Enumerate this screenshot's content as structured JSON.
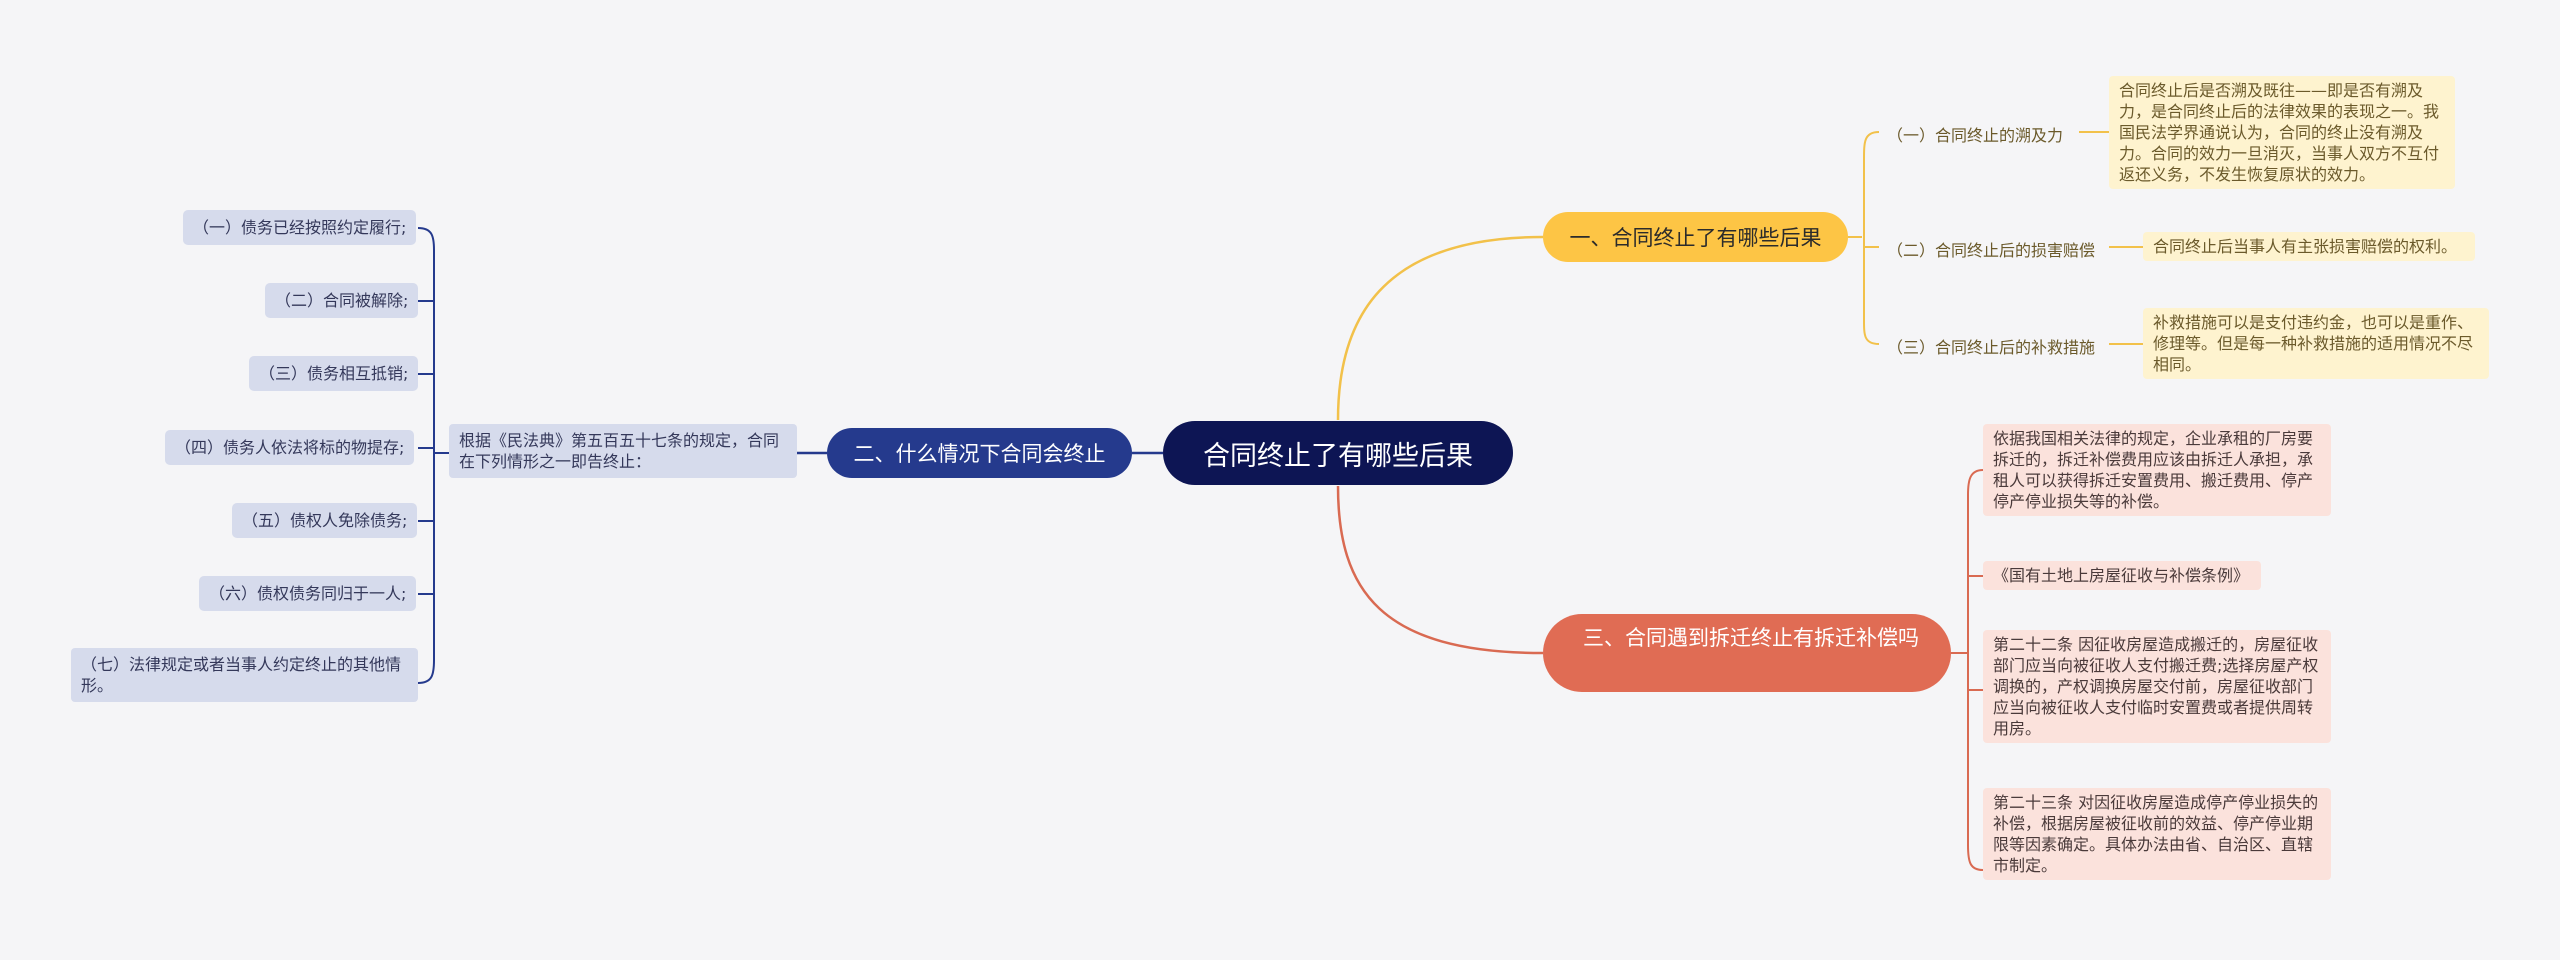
{
  "root": {
    "label": "合同终止了有哪些后果"
  },
  "branch1": {
    "label": "一、合同终止了有哪些后果",
    "items": [
      {
        "label": "（一）合同终止的溯及力",
        "detail": "合同终止后是否溯及既往——即是否有溯及力，是合同终止后的法律效果的表现之一。我国民法学界通说认为，合同的终止没有溯及力。合同的效力一旦消灭，当事人双方不互付返还义务，不发生恢复原状的效力。"
      },
      {
        "label": "（二）合同终止后的损害赔偿",
        "detail": "合同终止后当事人有主张损害赔偿的权利。"
      },
      {
        "label": "（三）合同终止后的补救措施",
        "detail": "补救措施可以是支付违约金，也可以是重作、修理等。但是每一种补救措施的适用情况不尽相同。"
      }
    ]
  },
  "branch2": {
    "label": "二、什么情况下合同会终止",
    "intro": "根据《民法典》第五百五十七条的规定，合同在下列情形之一即告终止：",
    "items": [
      "（一）债务已经按照约定履行;",
      "（二）合同被解除;",
      "（三）债务相互抵销;",
      "（四）债务人依法将标的物提存;",
      "（五）债权人免除债务;",
      "（六）债权债务同归于一人;",
      "（七）法律规定或者当事人约定终止的其他情形。"
    ]
  },
  "branch3": {
    "label": "三、合同遇到拆迁终止有拆迁补偿吗",
    "items": [
      "依据我国相关法律的规定，企业承租的厂房要拆迁的，拆迁补偿费用应该由拆迁人承担，承租人可以获得拆迁安置费用、搬迁费用、停产停产停业损失等的补偿。",
      "《国有土地上房屋征收与补偿条例》",
      "第二十二条 因征收房屋造成搬迁的，房屋征收部门应当向被征收人支付搬迁费;选择房屋产权调换的，产权调换房屋交付前，房屋征收部门应当向被征收人支付临时安置费或者提供周转用房。",
      "第二十三条 对因征收房屋造成停产停业损失的补偿，根据房屋被征收前的效益、停产停业期限等因素确定。具体办法由省、自治区、直辖市制定。"
    ]
  },
  "colors": {
    "root": "#0d1554",
    "branch1": "#fdc545",
    "branch2": "#253a8d",
    "branch3": "#e06c54",
    "background": "#f5f5f7"
  }
}
